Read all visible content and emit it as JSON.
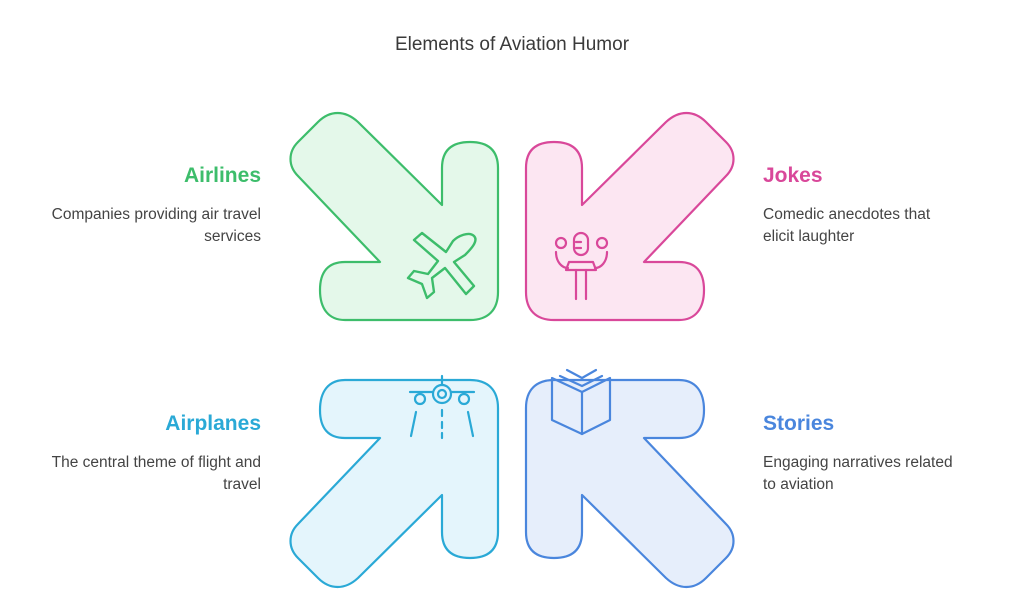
{
  "title": "Elements of Aviation Humor",
  "items": [
    {
      "key": "airlines",
      "label": "Airlines",
      "description": "Companies providing air travel services",
      "color": "#3dbd6b",
      "fill": "#e4f8ea",
      "icon": "airplane-icon"
    },
    {
      "key": "jokes",
      "label": "Jokes",
      "description": "Comedic anecdotes that elicit laughter",
      "color": "#d9489a",
      "fill": "#fce6f2",
      "icon": "microphone-podium-icon"
    },
    {
      "key": "airplanes",
      "label": "Airplanes",
      "description": "The central theme of flight and travel",
      "color": "#2aa9d6",
      "fill": "#e4f5fc",
      "icon": "landing-airplane-icon"
    },
    {
      "key": "stories",
      "label": "Stories",
      "description": "Engaging narratives related to aviation",
      "color": "#4a86dd",
      "fill": "#e6eefb",
      "icon": "open-book-icon"
    }
  ]
}
